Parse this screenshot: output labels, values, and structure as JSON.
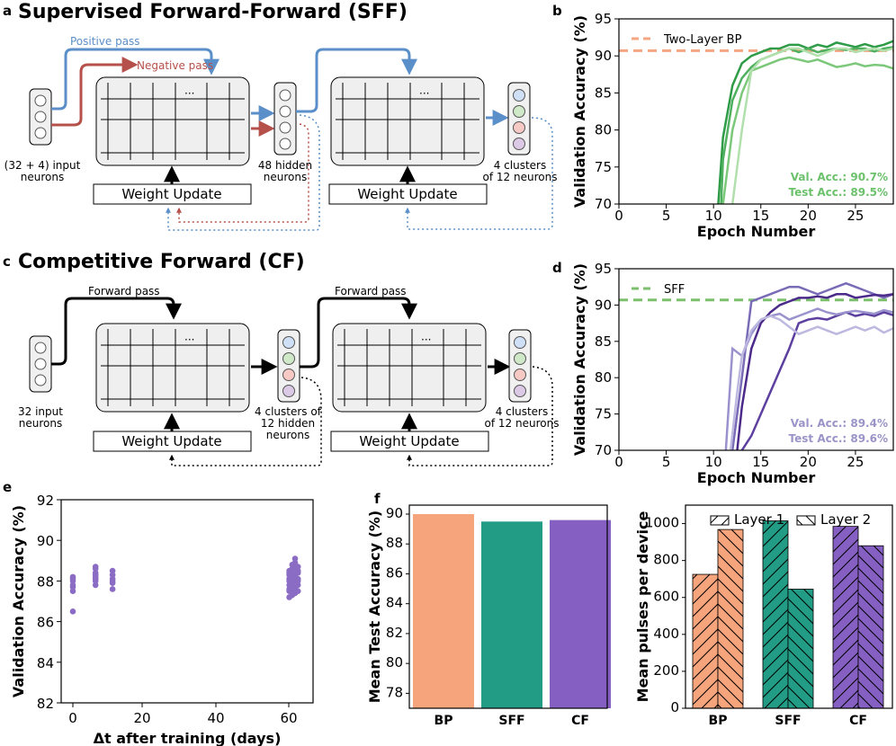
{
  "panels": {
    "a": {
      "letter": "a",
      "title": "Supervised Forward-Forward (SFF)"
    },
    "b": {
      "letter": "b"
    },
    "c": {
      "letter": "c",
      "title": "Competitive Forward (CF)"
    },
    "d": {
      "letter": "d"
    },
    "e": {
      "letter": "e"
    },
    "f": {
      "letter": "f"
    }
  },
  "sff_diagram": {
    "positive_pass": "Positive pass",
    "negative_pass": "Negative pass",
    "input_label_1": "(32 + 4) input",
    "input_label_2": "neurons",
    "hidden_label_1": "48 hidden",
    "hidden_label_2": "neurons",
    "output_label_1": "4 clusters",
    "output_label_2": "of 12 neurons",
    "weight_update": "Weight Update",
    "ellipsis": "···",
    "colors": {
      "positive": "#5b8fc9",
      "negative": "#b5504a"
    }
  },
  "cf_diagram": {
    "forward_pass": "Forward pass",
    "input_label_1": "32 input",
    "input_label_2": "neurons",
    "hidden_label_1": "4 clusters of",
    "hidden_label_2": "12 hidden",
    "hidden_label_3": "neurons",
    "output_label_1": "4 clusters",
    "output_label_2": "of 12 neurons",
    "weight_update": "Weight Update",
    "ellipsis": "···",
    "cluster_colors": [
      "#cfe0f6",
      "#cfe8c8",
      "#f6c9c4",
      "#dcc9e6"
    ]
  },
  "chart_data": [
    {
      "id": "b",
      "type": "line",
      "xlabel": "Epoch Number",
      "ylabel": "Validation Accuracy (%)",
      "xlim": [
        0,
        29
      ],
      "ylim": [
        70,
        95
      ],
      "xticks": [
        0,
        5,
        10,
        15,
        20,
        25
      ],
      "yticks": [
        70,
        75,
        80,
        85,
        90,
        95
      ],
      "reference": {
        "name": "Two-Layer BP",
        "value": 90.7,
        "color": "#f4a582"
      },
      "annotation": [
        "Val. Acc.: 90.7%",
        "Test Acc.: 89.5%"
      ],
      "annotation_color": "#6cc16c",
      "series": [
        {
          "color": "#2e9b47",
          "x": [
            10.5,
            11,
            12,
            13,
            14,
            15,
            16,
            17,
            18,
            19,
            20,
            21,
            22,
            23,
            24,
            25,
            26,
            27,
            28,
            29
          ],
          "values": [
            70,
            79,
            86,
            89,
            90,
            90.5,
            91,
            91,
            91.5,
            91.5,
            91,
            91.5,
            91.2,
            91.8,
            91.5,
            91.2,
            91.6,
            91.2,
            91.5,
            92
          ]
        },
        {
          "color": "#4fb05f",
          "x": [
            10.8,
            11,
            12,
            13,
            14,
            15,
            16,
            17,
            18,
            19,
            20,
            21,
            22,
            23,
            24,
            25,
            26,
            27,
            28,
            29
          ],
          "values": [
            70,
            76,
            84,
            87,
            88.5,
            89.5,
            90,
            90.5,
            91,
            90.5,
            91,
            90.5,
            90.8,
            91,
            90.8,
            91,
            91,
            90.6,
            91,
            91.2
          ]
        },
        {
          "color": "#7cc87a",
          "x": [
            11,
            12,
            13,
            14,
            15,
            16,
            17,
            18,
            19,
            20,
            21,
            22,
            23,
            24,
            25,
            26,
            27,
            28,
            29
          ],
          "values": [
            70,
            80,
            85,
            88,
            88.5,
            89,
            89.5,
            89.8,
            89.5,
            89.2,
            89.5,
            89,
            88.5,
            88.7,
            89,
            88.6,
            88.8,
            88.7,
            88.3
          ]
        },
        {
          "color": "#b2e0ad",
          "x": [
            12,
            13,
            14,
            15,
            16,
            17,
            18,
            19,
            20,
            21,
            22,
            23,
            24,
            25,
            26,
            27,
            28,
            29
          ],
          "values": [
            70,
            80,
            88,
            89.5,
            90,
            90.5,
            91,
            91,
            90.5,
            90,
            90.5,
            91,
            91,
            90.5,
            90.8,
            91,
            90.7,
            91
          ]
        }
      ]
    },
    {
      "id": "d",
      "type": "line",
      "xlabel": "Epoch Number",
      "ylabel": "Validation Accuracy (%)",
      "xlim": [
        0,
        29
      ],
      "ylim": [
        70,
        95
      ],
      "xticks": [
        0,
        5,
        10,
        15,
        20,
        25
      ],
      "yticks": [
        70,
        75,
        80,
        85,
        90,
        95
      ],
      "reference": {
        "name": "SFF",
        "value": 90.7,
        "color": "#7cc06e"
      },
      "annotation": [
        "Val. Acc.: 89.4%",
        "Test Acc.: 89.6%"
      ],
      "annotation_color": "#9a94c8",
      "series": [
        {
          "color": "#7a6bb6",
          "x": [
            12,
            13,
            14,
            15,
            16,
            17,
            18,
            19,
            20,
            21,
            22,
            23,
            24,
            25,
            26,
            27,
            28,
            29
          ],
          "values": [
            70,
            80,
            90.5,
            91,
            91.5,
            92,
            92.5,
            92.5,
            92,
            91.5,
            92,
            92.5,
            93,
            92.5,
            92,
            91.5,
            91,
            91.5
          ]
        },
        {
          "color": "#4b2a8a",
          "x": [
            12.5,
            13,
            14,
            15,
            16,
            17,
            18,
            19,
            20,
            21,
            22,
            23,
            24,
            25,
            26,
            27,
            28,
            29
          ],
          "values": [
            70,
            76,
            84,
            87.5,
            89,
            90,
            90.5,
            91,
            91,
            91.2,
            91,
            91.5,
            91.5,
            91,
            91.2,
            91.4,
            91.3,
            91.5
          ]
        },
        {
          "color": "#5c3f9e",
          "x": [
            13,
            14,
            15,
            16,
            17,
            18,
            19,
            20,
            21,
            22,
            23,
            24,
            25,
            26,
            27,
            28,
            29
          ],
          "values": [
            70,
            72,
            75,
            78,
            81,
            84,
            87.5,
            88,
            88.2,
            88,
            88.5,
            89,
            88.5,
            88.8,
            88.5,
            89,
            88.6
          ]
        },
        {
          "color": "#9a92cd",
          "x": [
            11.3,
            12,
            13,
            14,
            15,
            16,
            17,
            18,
            19,
            20,
            21,
            22,
            23,
            24,
            25,
            26,
            27,
            28,
            29
          ],
          "values": [
            70,
            84,
            83,
            86,
            88,
            88.5,
            88.8,
            88,
            88.5,
            89,
            89.5,
            89,
            88.7,
            89,
            89.2,
            89,
            88.8,
            89.3,
            89
          ]
        },
        {
          "color": "#bdb8e0",
          "x": [
            11.8,
            12.5,
            13,
            14,
            15,
            16,
            17,
            18,
            19,
            20,
            21,
            22,
            23,
            24,
            25,
            26,
            27,
            28,
            29
          ],
          "values": [
            70,
            78,
            83,
            86.5,
            88,
            88.5,
            88,
            87,
            86,
            86.5,
            87,
            86.5,
            86,
            86.5,
            87,
            86.5,
            87,
            86.2,
            86.8
          ]
        }
      ]
    },
    {
      "id": "e",
      "type": "scatter",
      "xlabel": "Δt after training (days)",
      "ylabel": "Validation Accuracy (%)",
      "ylim": [
        82,
        92
      ],
      "yticks": [
        82,
        84,
        86,
        88,
        90,
        92
      ],
      "xtick_labels": [
        "0",
        "20",
        "40",
        "60"
      ],
      "color": "#8a6cc4",
      "points": [
        {
          "x": 0,
          "values": [
            86.5,
            87.5,
            87.8,
            88,
            88.2,
            87.7,
            88.1
          ]
        },
        {
          "x": 4,
          "values": [
            87.8,
            88,
            88.2,
            88.4,
            88.6,
            88.7,
            88.3,
            88.1
          ]
        },
        {
          "x": 7,
          "values": [
            87.6,
            87.9,
            88.1,
            88.3,
            88.5,
            88
          ]
        },
        {
          "x": 64,
          "values": [
            87.2,
            87.5,
            87.8,
            88,
            88.3,
            88.5,
            87.6,
            88.1,
            88.4
          ]
        },
        {
          "x": 65,
          "values": [
            87.3,
            87.7,
            88.0,
            88.2,
            88.6,
            88.8,
            87.5,
            88.1,
            88.4,
            87.9
          ]
        },
        {
          "x": 66,
          "values": [
            87.4,
            87.7,
            88.0,
            88.3,
            88.6,
            88.9,
            89.1,
            87.6,
            88.2
          ]
        },
        {
          "x": 67,
          "values": [
            87.5,
            87.8,
            88.1,
            88.4,
            88.7,
            88.0,
            88.5
          ]
        }
      ]
    },
    {
      "id": "f1",
      "type": "bar",
      "ylabel": "Mean Test Accuracy (%)",
      "categories": [
        "BP",
        "SFF",
        "CF"
      ],
      "values": [
        90.0,
        89.5,
        89.6
      ],
      "colors": [
        "#f6a47c",
        "#239c86",
        "#855fc2"
      ],
      "ylim": [
        77,
        90.6
      ],
      "yticks": [
        78,
        80,
        82,
        84,
        86,
        88,
        90
      ]
    },
    {
      "id": "f2",
      "type": "bar",
      "ylabel": "Mean pulses per device",
      "categories": [
        "BP",
        "SFF",
        "CF"
      ],
      "series": [
        {
          "name": "Layer 1",
          "values": [
            725,
            1015,
            985
          ]
        },
        {
          "name": "Layer 2",
          "values": [
            968,
            645,
            880
          ]
        }
      ],
      "colors": [
        "#f6a47c",
        "#239c86",
        "#855fc2"
      ],
      "ylim": [
        0,
        1100
      ],
      "yticks": [
        0,
        200,
        400,
        600,
        800,
        1000
      ]
    }
  ]
}
